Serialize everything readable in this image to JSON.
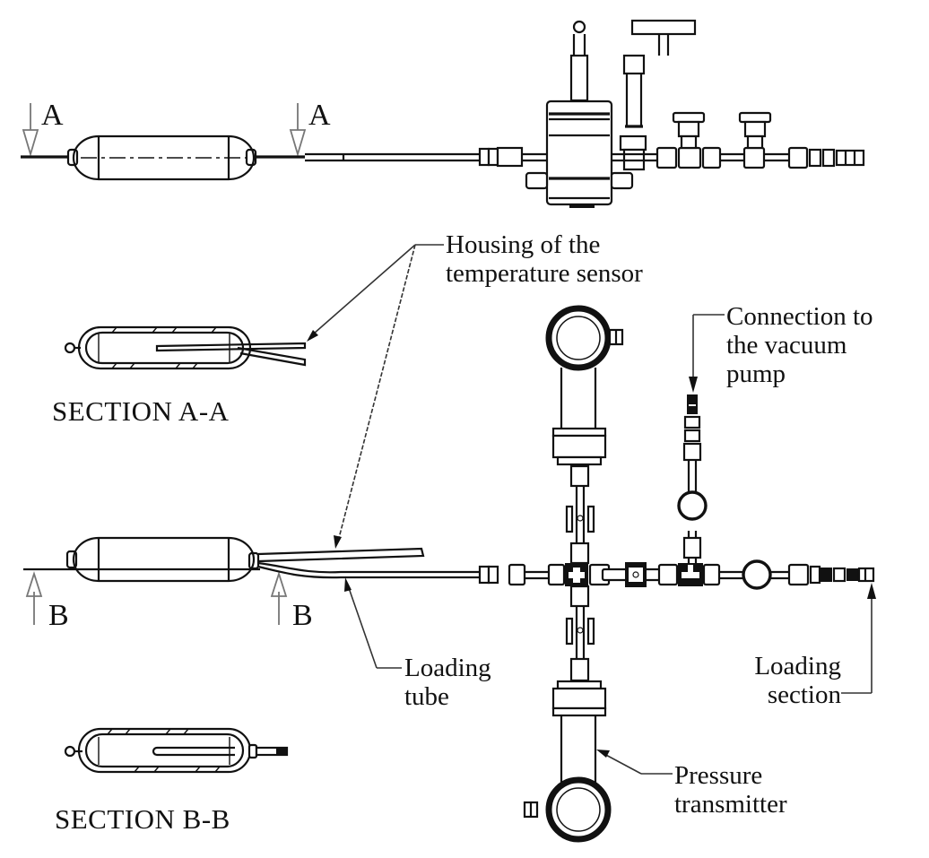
{
  "diagram": {
    "type": "technical-drawing",
    "subject": "Sample vessel loading assembly with pressure transmitters and vacuum connection",
    "top_view": {
      "section_marks": [
        "A",
        "A"
      ]
    },
    "bottom_view": {
      "section_marks": [
        "B",
        "B"
      ]
    },
    "callouts": {
      "temperature_sensor_housing": [
        "Housing of the",
        "temperature sensor"
      ],
      "vacuum_connection": [
        "Connection to",
        "the vacuum",
        "pump"
      ],
      "loading_tube": [
        "Loading",
        "tube"
      ],
      "loading_section": [
        "Loading",
        "section"
      ],
      "pressure_transmitter": [
        "Pressure",
        "transmitter"
      ]
    },
    "section_titles": {
      "a": "SECTION A-A",
      "b": "SECTION B-B"
    },
    "colors": {
      "line": "#111111",
      "leader": "#333333",
      "section_arrow": "#777777",
      "background": "#ffffff"
    }
  }
}
